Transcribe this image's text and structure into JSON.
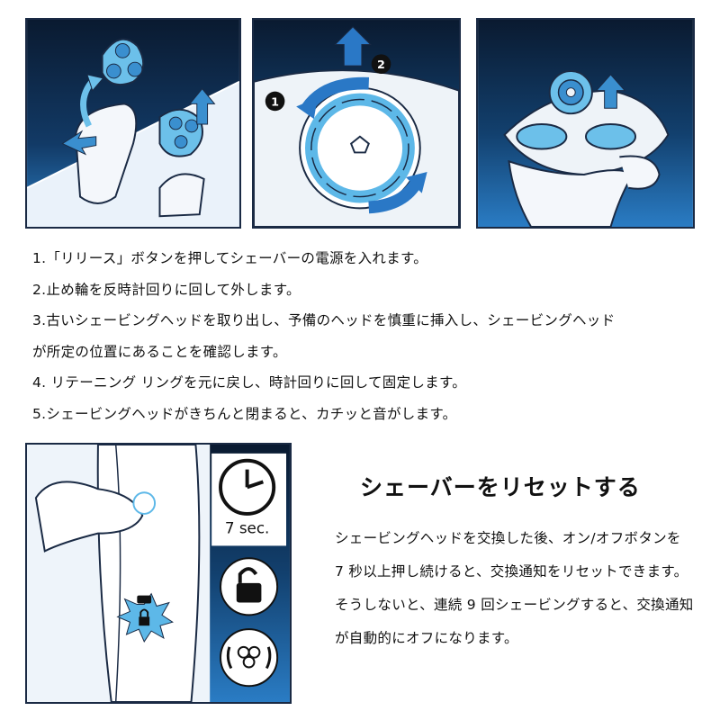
{
  "steps": [
    "1.「リリース」ボタンを押してシェーバーの電源を入れます。",
    "2.止め輪を反時計回りに回して外します。",
    "3.古いシェービングヘッドを取り出し、予備のヘッドを慎重に挿入し、シェービングヘッド",
    "が所定の位置にあることを確認します。",
    "4. リテーニング リングを元に戻し、時計回りに回して固定します。",
    "5.シェービングヘッドがきちんと閉まると、カチッと音がします。"
  ],
  "figure2": {
    "badge1": "1",
    "badge2": "2"
  },
  "reset": {
    "title": "シェーバーをリセットする",
    "body": "シェービングヘッドを交換した後、オン/オフボタンを 7 秒以上押し続けると、交換通知をリセットできます。そうしないと、連続 9 回シェービングすると、交換通知が自動的にオフになります。",
    "timer_label": "7 sec."
  },
  "icons": [
    "arrow-up-icon",
    "rotate-counterclockwise-icon",
    "timer-icon",
    "unlock-icon",
    "shaving-head-reset-icon",
    "lock-icon"
  ],
  "colors": {
    "dark_navy": "#0b1c33",
    "blue": "#1e73c8",
    "light_blue": "#5db8e8",
    "outline": "#1a2a44"
  }
}
